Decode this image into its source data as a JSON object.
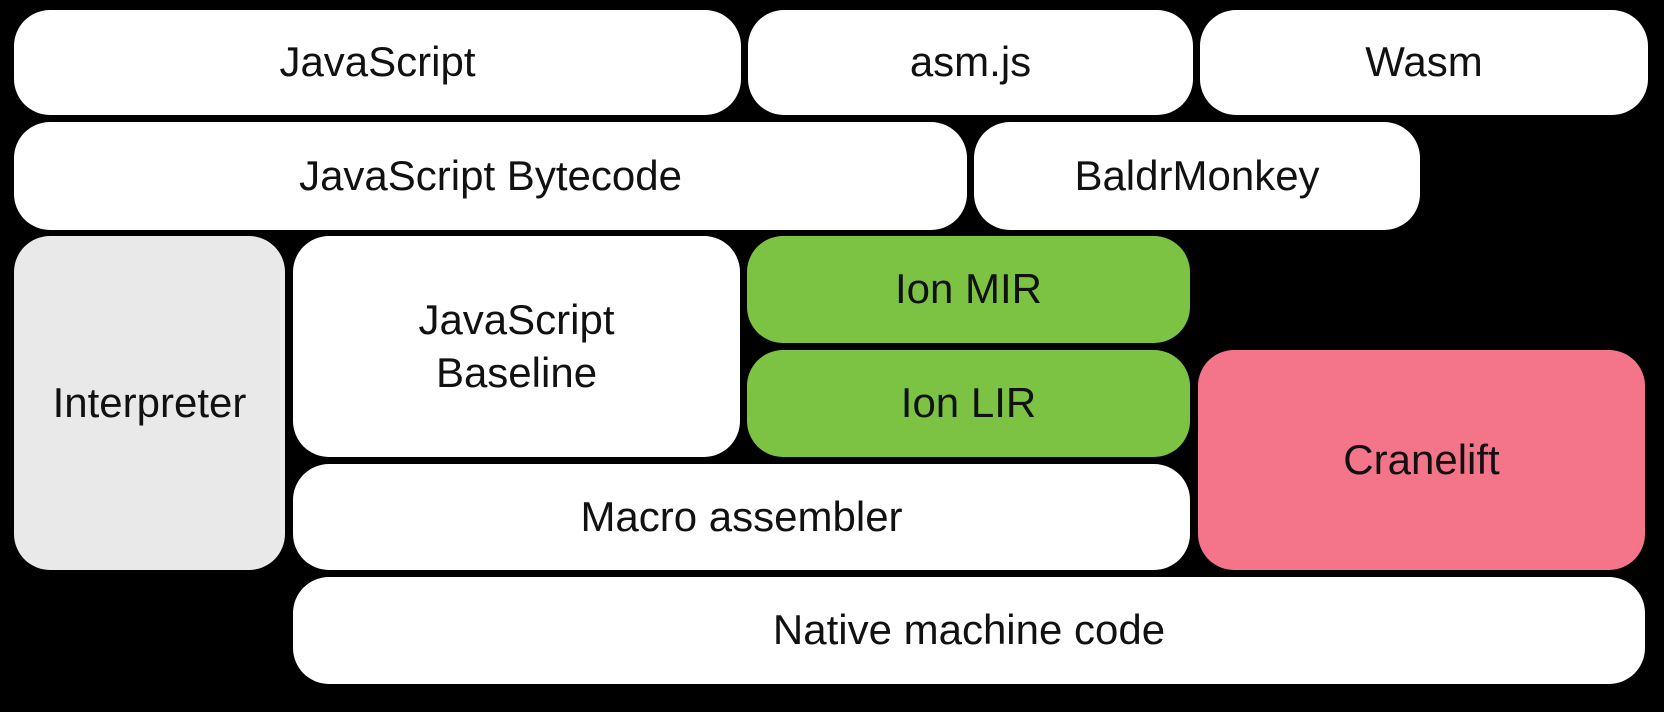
{
  "diagram": {
    "background_color": "#000000",
    "colors": {
      "source_box": "#ffffff",
      "interpreter_box": "#e9e9e9",
      "ion_box": "#7cc344",
      "cranelift_box": "#f4758a",
      "text": "#111111"
    },
    "nodes": {
      "javascript": {
        "label": "JavaScript",
        "fill": "white"
      },
      "asmjs": {
        "label": "asm.js",
        "fill": "white"
      },
      "wasm": {
        "label": "Wasm",
        "fill": "white"
      },
      "bytecode": {
        "label": "JavaScript Bytecode",
        "fill": "white"
      },
      "baldrmonkey": {
        "label": "BaldrMonkey",
        "fill": "white"
      },
      "interpreter": {
        "label": "Interpreter",
        "fill": "gray"
      },
      "baseline": {
        "label": "JavaScript\nBaseline",
        "fill": "white"
      },
      "ion_mir": {
        "label": "Ion MIR",
        "fill": "green"
      },
      "ion_lir": {
        "label": "Ion LIR",
        "fill": "green"
      },
      "cranelift": {
        "label": "Cranelift",
        "fill": "pink"
      },
      "macro_asm": {
        "label": "Macro assembler",
        "fill": "white"
      },
      "native_code": {
        "label": "Native machine code",
        "fill": "white"
      }
    }
  }
}
